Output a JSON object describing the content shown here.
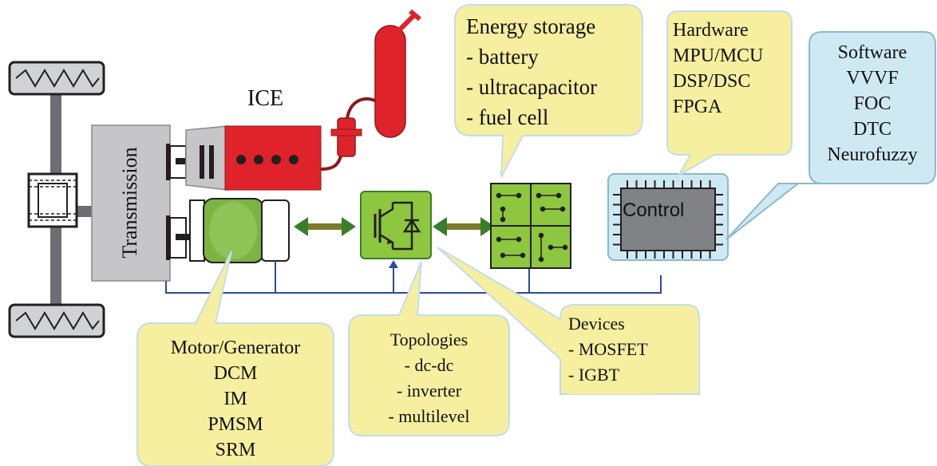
{
  "labels": {
    "ice": "ICE",
    "transmission": "Transmission",
    "control": "Control"
  },
  "callouts": {
    "energy_storage": [
      "Energy storage",
      "- battery",
      "- ultracapacitor",
      "- fuel cell"
    ],
    "hardware": [
      "Hardware",
      "MPU/MCU",
      "DSP/DSC",
      "FPGA"
    ],
    "software": [
      "Software",
      "VVVF",
      "FOC",
      "DTC",
      "Neurofuzzy"
    ],
    "motor_generator": [
      "Motor/Generator",
      "DCM",
      "IM",
      "PMSM",
      "SRM"
    ],
    "topologies": [
      "Topologies",
      "- dc-dc",
      "- inverter",
      "- multilevel"
    ],
    "devices": [
      "Devices",
      "- MOSFET",
      "- IGBT"
    ]
  },
  "colors": {
    "callout_yellow": "#f7efa0",
    "callout_blue": "#cfe9f3",
    "engine_red": "#e0232a",
    "converter_green": "#8dc63f",
    "arrow_olive": "#7a7a2a",
    "bus_blue": "#2e4a9e",
    "transmission_gray": "#c6c6c8"
  },
  "icons": [
    "wheel-icon",
    "differential-icon",
    "engine-icon",
    "fuel-tank-icon",
    "motor-icon",
    "igbt-icon",
    "battery-grid-icon",
    "chip-icon"
  ]
}
